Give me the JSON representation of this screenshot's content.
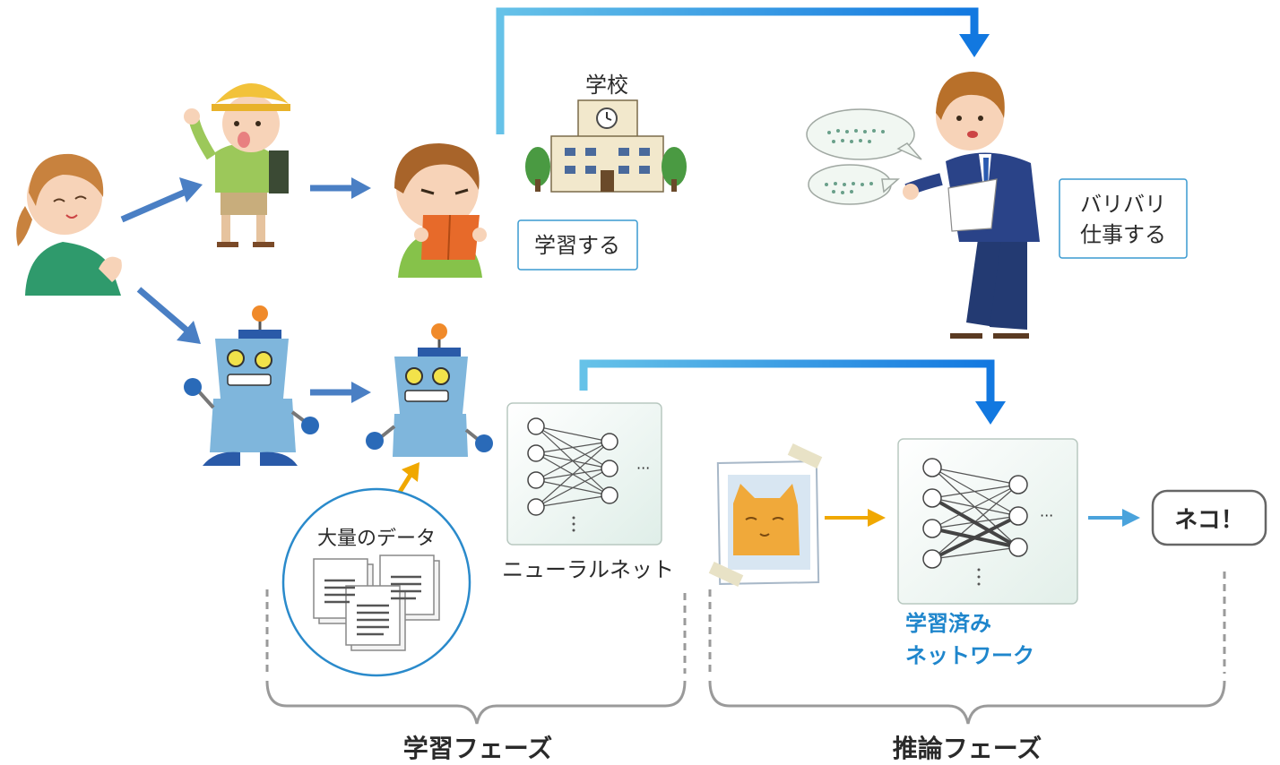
{
  "labels": {
    "school": "学校",
    "study": "学習する",
    "work_line1": "バリバリ",
    "work_line2": "仕事する",
    "big_data": "大量のデータ",
    "neural_net": "ニューラルネット",
    "trained_line1": "学習済み",
    "trained_line2": "ネットワーク",
    "cat_answer": "ネコ！",
    "phase_learning": "学習フェーズ",
    "phase_inference": "推論フェーズ",
    "ellipsis": "···"
  },
  "colors": {
    "flow_arrow": "#4a7fc4",
    "route_line": "#1b8ee0",
    "data_arrow": "#f0a800",
    "output_arrow": "#4aa3dc",
    "label_border": "#3a9ad0",
    "bracket": "#9a9a9a",
    "highlight_text": "#1f86cc"
  }
}
